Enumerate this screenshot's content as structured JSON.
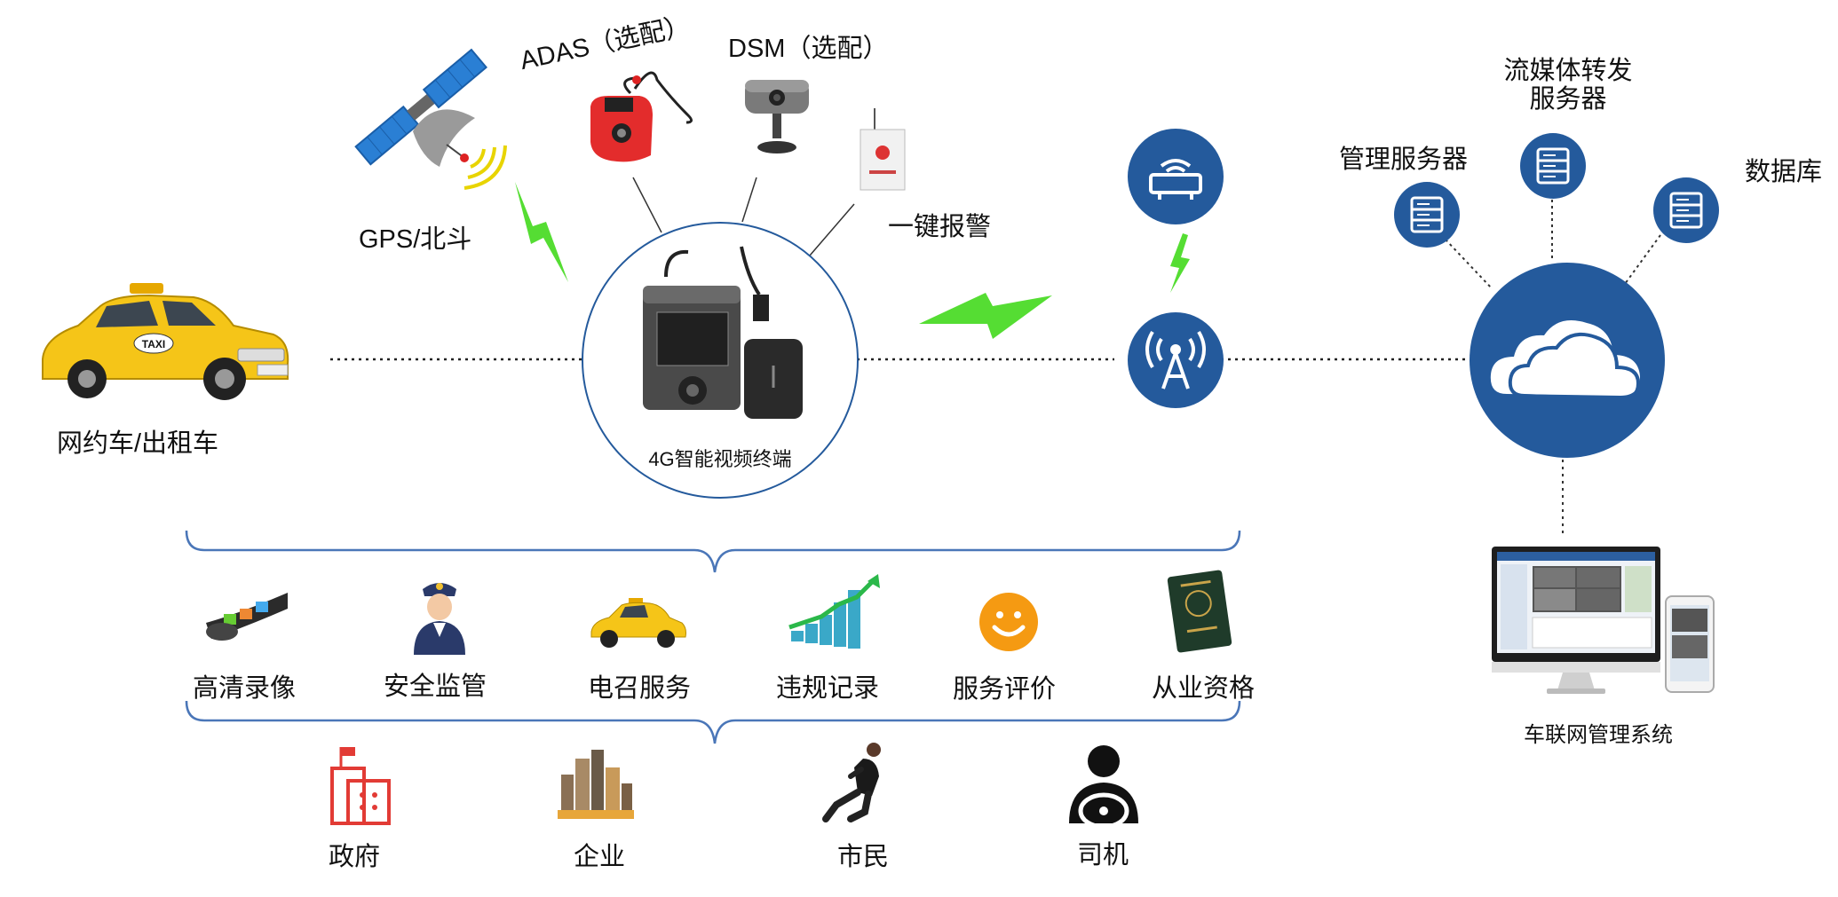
{
  "vehicle": {
    "label": "网约车/出租车",
    "taxi_sign": "TAXI"
  },
  "gps": {
    "label": "GPS/北斗"
  },
  "adas": {
    "label": "ADAS（选配）"
  },
  "dsm": {
    "label": "DSM（选配）"
  },
  "alarm": {
    "label": "一键报警"
  },
  "terminal": {
    "label": "4G智能视频终端"
  },
  "cloud": {
    "servers": [
      {
        "label": "管理服务器"
      },
      {
        "label_line1": "流媒体转发",
        "label_line2": "服务器"
      },
      {
        "label": "数据库"
      }
    ]
  },
  "platform": {
    "label": "车联网管理系统"
  },
  "services": [
    {
      "label": "高清录像",
      "icon": "film-reel-icon"
    },
    {
      "label": "安全监管",
      "icon": "police-officer-icon"
    },
    {
      "label": "电召服务",
      "icon": "taxi-icon"
    },
    {
      "label": "违规记录",
      "icon": "bar-chart-growth-icon"
    },
    {
      "label": "服务评价",
      "icon": "smiley-face-icon"
    },
    {
      "label": "从业资格",
      "icon": "passport-icon"
    }
  ],
  "users": [
    {
      "label": "政府",
      "icon": "government-building-icon"
    },
    {
      "label": "企业",
      "icon": "city-buildings-icon"
    },
    {
      "label": "市民",
      "icon": "citizen-person-icon"
    },
    {
      "label": "司机",
      "icon": "driver-icon"
    }
  ],
  "colors": {
    "primary_blue": "#245a9c",
    "lightning_green": "#55dd33",
    "taxi_yellow": "#f5c518",
    "brace_blue": "#4a76b8"
  }
}
